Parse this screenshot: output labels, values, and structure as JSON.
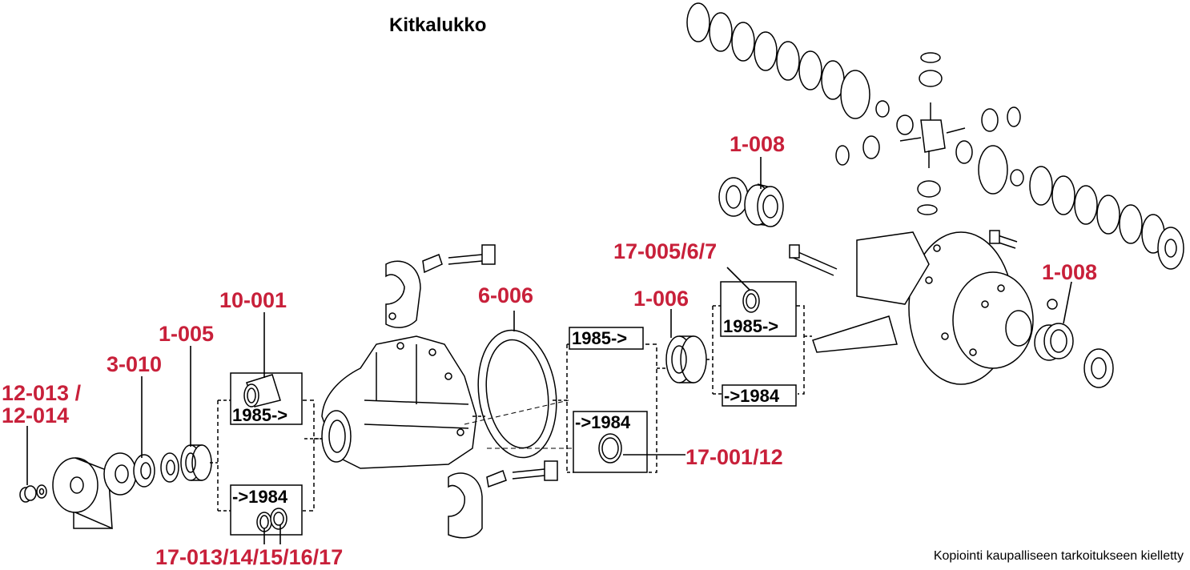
{
  "title": "Kitkalukko",
  "footer": "Kopiointi kaupalliseen tarkoitukseen kielletty",
  "part_labels": {
    "p_12_013": "12-013 /",
    "p_12_014": "12-014",
    "p_3_010": "3-010",
    "p_1_005": "1-005",
    "p_10_001": "10-001",
    "p_17_013": "17-013/14/15/16/17",
    "p_6_006": "6-006",
    "p_1_006": "1-006",
    "p_17_005": "17-005/6/7",
    "p_17_001": "17-001/12",
    "p_1_008_top": "1-008",
    "p_1_008_right": "1-008"
  },
  "year_labels": {
    "from_1985_a": "1985->",
    "to_1984_a": "->1984",
    "from_1985_b": "1985->",
    "to_1984_b": "->1984",
    "from_1985_c": "1985->",
    "to_1984_c": "->1984"
  },
  "colors": {
    "label_red": "#c8203a",
    "line": "#000000"
  }
}
